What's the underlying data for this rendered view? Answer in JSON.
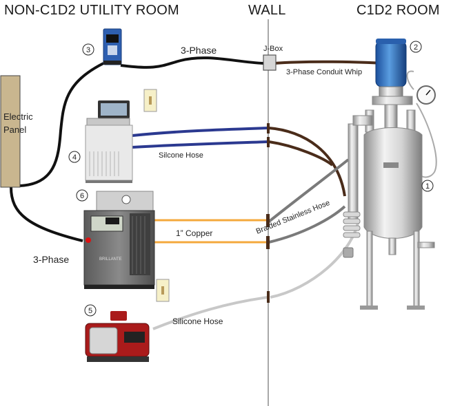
{
  "headers": {
    "left_room": "NON-C1D2 UTILITY ROOM",
    "wall": "WALL",
    "right_room": "C1D2 ROOM"
  },
  "panel": {
    "line1": "Electric",
    "line2": "Panel"
  },
  "labels": {
    "three_phase_top": "3-Phase",
    "jbox": "J-Box",
    "conduit_whip": "3-Phase Conduit Whip",
    "silicone_hose_chiller": "Silcone Hose",
    "copper": "1” Copper",
    "braided_hose": "Braided Stainless Hose",
    "three_phase_bottom": "3-Phase",
    "silicone_hose_pump": "Silicone Hose",
    "tcu_brand": "BRILLANTE"
  },
  "callouts": [
    "1",
    "2",
    "3",
    "4",
    "5",
    "6"
  ],
  "colors": {
    "power_cable": "#111111",
    "conduit": "#4a2c1a",
    "chiller_hose": "#2b3990",
    "copper_line": "#f4a93c",
    "braided_hose": "#7a7a7a",
    "vacuum_hose": "#c8c8c8",
    "panel_fill": "#c9b68f",
    "wall_line": "#8c8c8c"
  }
}
